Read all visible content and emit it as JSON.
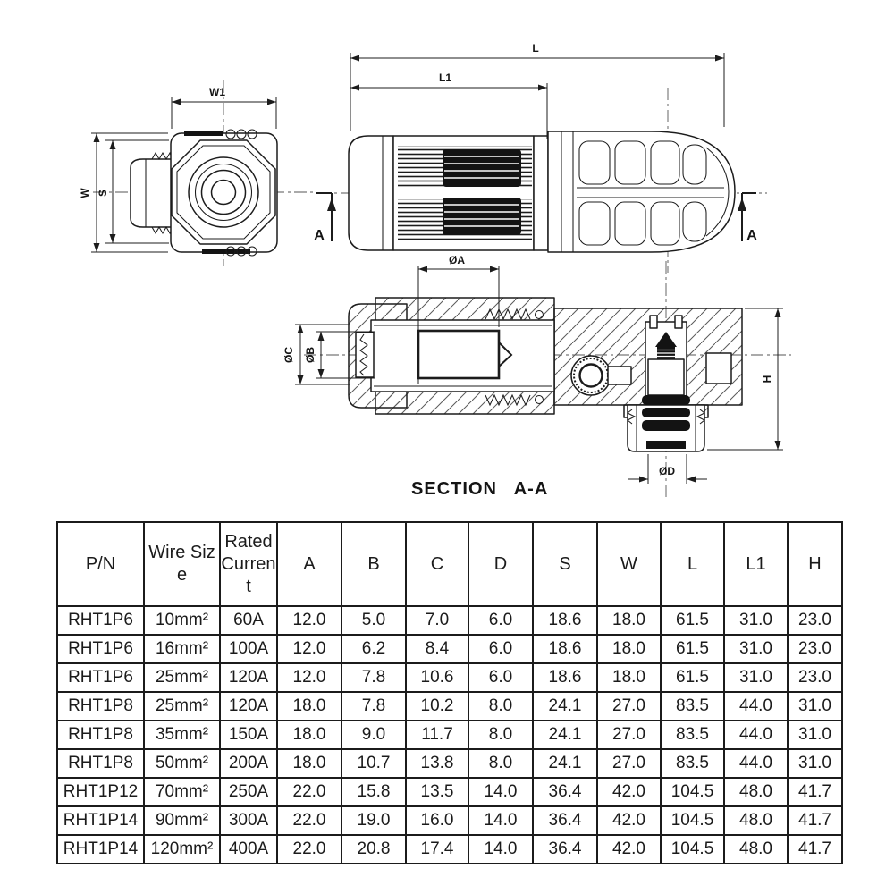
{
  "drawing": {
    "front_view": {
      "dim_w1": "W1",
      "dim_w": "W",
      "dim_s": "S"
    },
    "side_view": {
      "dim_l": "L",
      "dim_l1": "L1",
      "marker_left": "A",
      "marker_right": "A"
    },
    "section_view": {
      "dim_dia_a": "ØA",
      "dim_dia_b": "ØB",
      "dim_dia_c": "ØC",
      "dim_dia_d": "ØD",
      "dim_h": "H"
    },
    "caption": {
      "title": "SECTION",
      "cut": "A-A"
    }
  },
  "table": {
    "columns": [
      "P/N",
      "Wire Size",
      "Rated Current",
      "A",
      "B",
      "C",
      "D",
      "S",
      "W",
      "L",
      "L1",
      "H"
    ],
    "rows": [
      [
        "RHT1P6",
        "10mm²",
        "60A",
        "12.0",
        "5.0",
        "7.0",
        "6.0",
        "18.6",
        "18.0",
        "61.5",
        "31.0",
        "23.0"
      ],
      [
        "RHT1P6",
        "16mm²",
        "100A",
        "12.0",
        "6.2",
        "8.4",
        "6.0",
        "18.6",
        "18.0",
        "61.5",
        "31.0",
        "23.0"
      ],
      [
        "RHT1P6",
        "25mm²",
        "120A",
        "12.0",
        "7.8",
        "10.6",
        "6.0",
        "18.6",
        "18.0",
        "61.5",
        "31.0",
        "23.0"
      ],
      [
        "RHT1P8",
        "25mm²",
        "120A",
        "18.0",
        "7.8",
        "10.2",
        "8.0",
        "24.1",
        "27.0",
        "83.5",
        "44.0",
        "31.0"
      ],
      [
        "RHT1P8",
        "35mm²",
        "150A",
        "18.0",
        "9.0",
        "11.7",
        "8.0",
        "24.1",
        "27.0",
        "83.5",
        "44.0",
        "31.0"
      ],
      [
        "RHT1P8",
        "50mm²",
        "200A",
        "18.0",
        "10.7",
        "13.8",
        "8.0",
        "24.1",
        "27.0",
        "83.5",
        "44.0",
        "31.0"
      ],
      [
        "RHT1P12",
        "70mm²",
        "250A",
        "22.0",
        "15.8",
        "13.5",
        "14.0",
        "36.4",
        "42.0",
        "104.5",
        "48.0",
        "41.7"
      ],
      [
        "RHT1P14",
        "90mm²",
        "300A",
        "22.0",
        "19.0",
        "16.0",
        "14.0",
        "36.4",
        "42.0",
        "104.5",
        "48.0",
        "41.7"
      ],
      [
        "RHT1P14",
        "120mm²",
        "400A",
        "22.0",
        "20.8",
        "17.4",
        "14.0",
        "36.4",
        "42.0",
        "104.5",
        "48.0",
        "41.7"
      ]
    ]
  },
  "colors": {
    "line": "#1c1c1c",
    "text": "#1b1b1b",
    "background": "#ffffff"
  }
}
